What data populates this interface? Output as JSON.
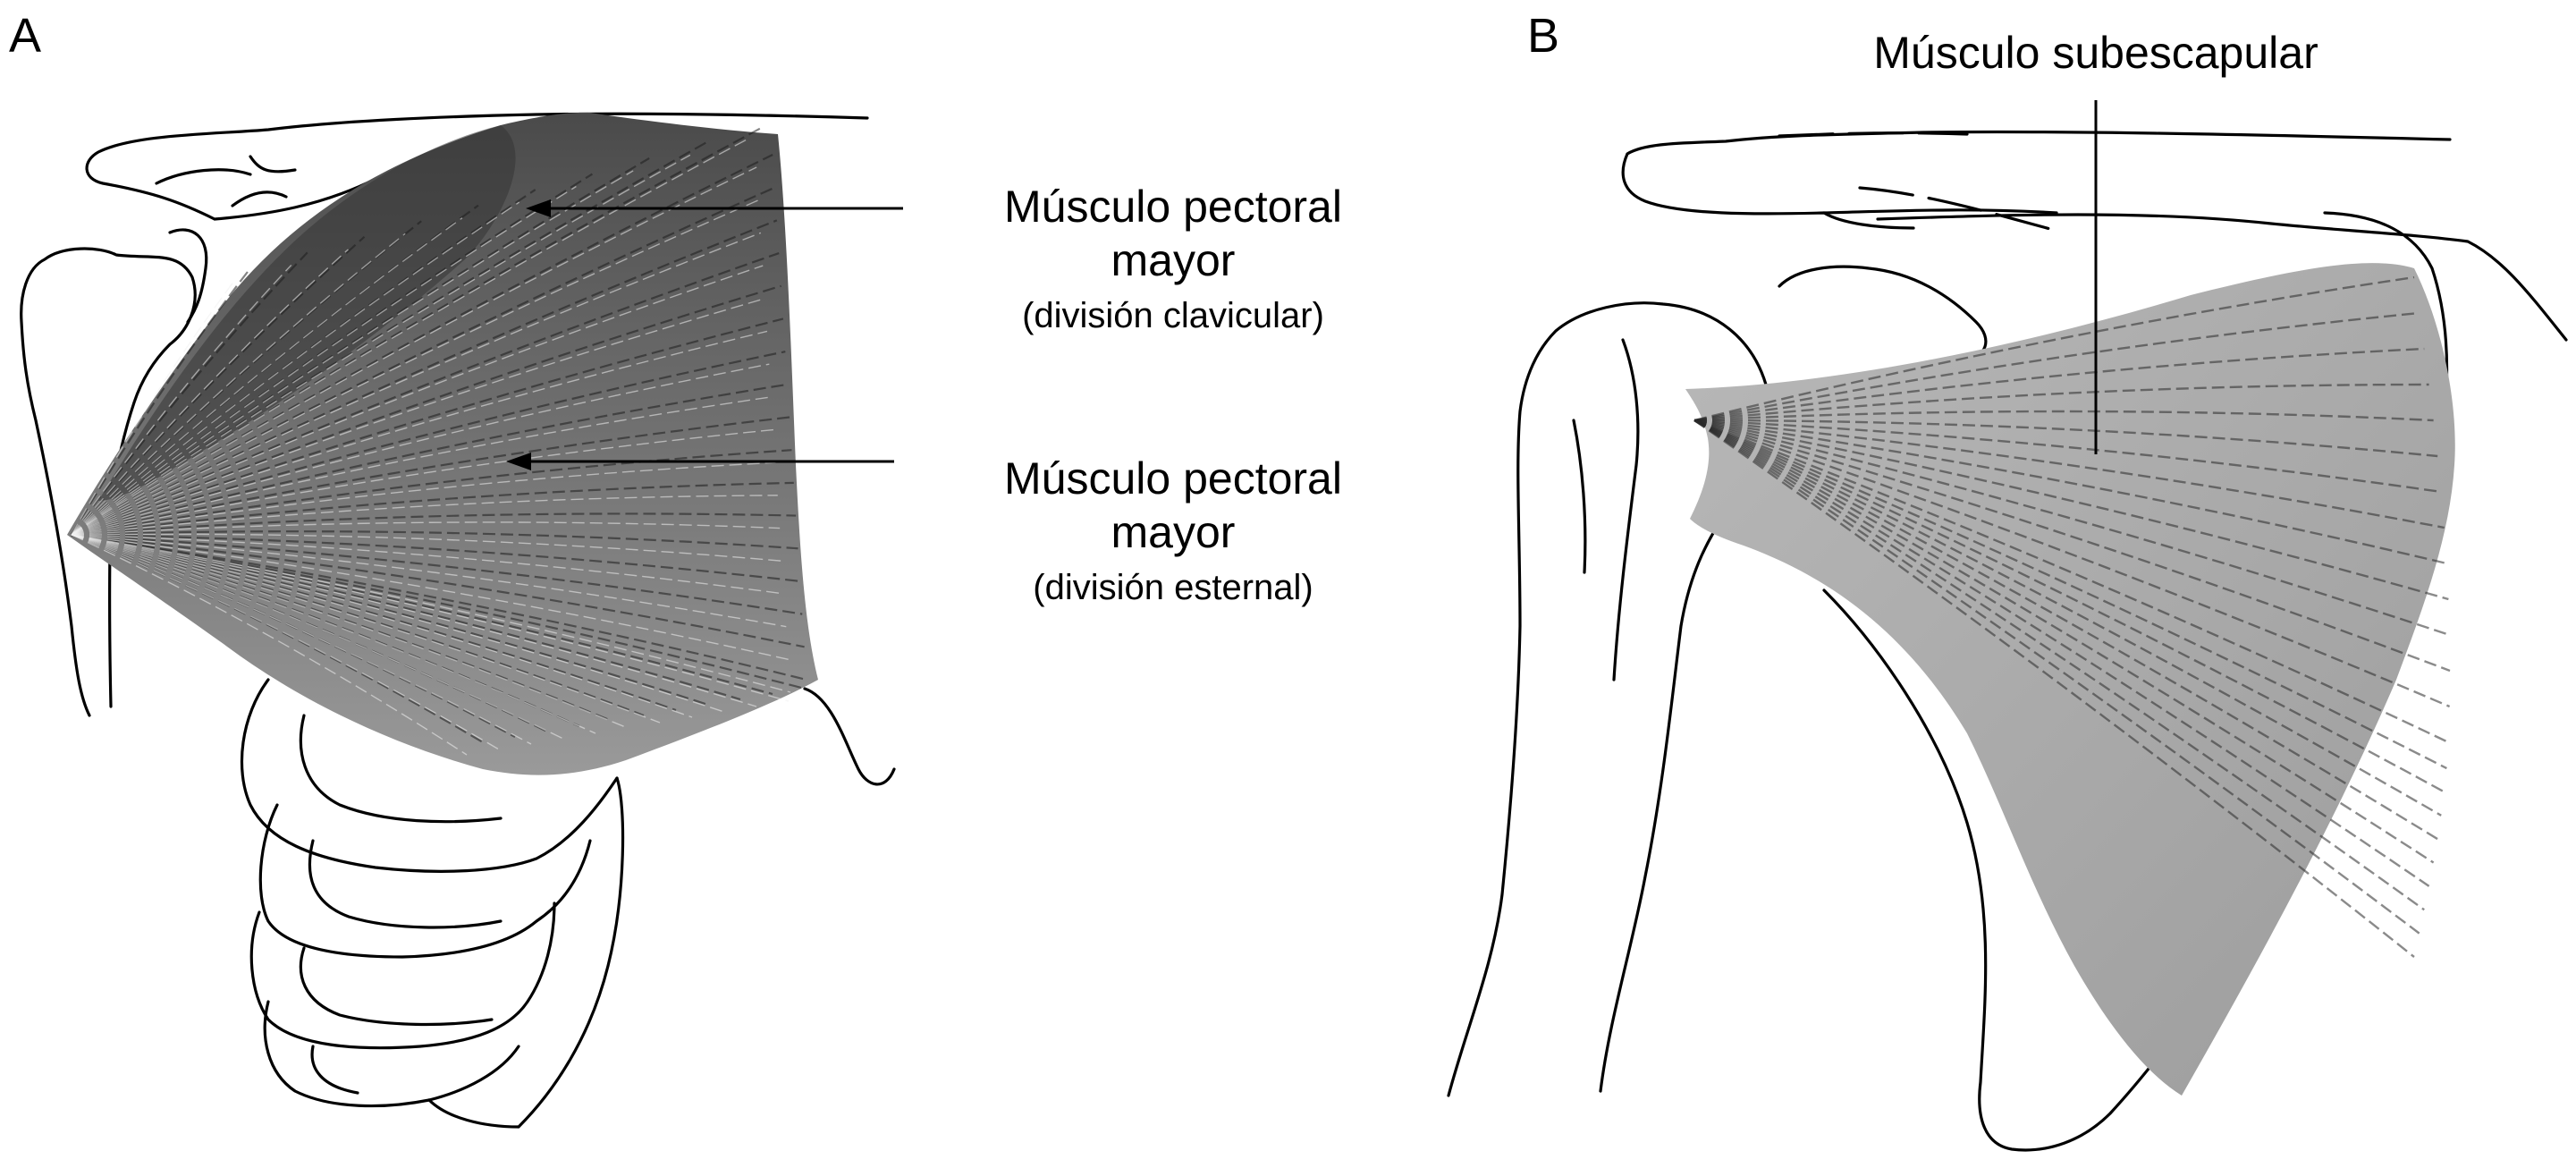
{
  "panels": [
    {
      "letter": "A",
      "labels": [
        {
          "main_line1": "Músculo pectoral",
          "main_line2": "mayor",
          "sub": "(división clavicular)"
        },
        {
          "main_line1": "Músculo pectoral",
          "main_line2": "mayor",
          "sub": "(división esternal)"
        }
      ]
    },
    {
      "letter": "B",
      "labels": [
        {
          "main_line1": "Músculo subescapular"
        }
      ]
    }
  ],
  "colors": {
    "background": "#ffffff",
    "line": "#000000",
    "muscle_dark": "#3a3a3a",
    "muscle_mid": "#8c8c8c",
    "muscle_light": "#b4b4b4"
  }
}
